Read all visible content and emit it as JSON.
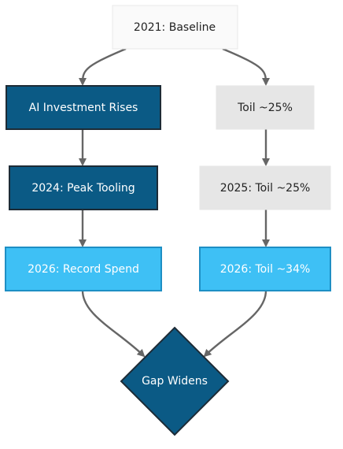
{
  "nodes": {
    "baseline": {
      "label": "2021: Baseline"
    },
    "ai_investment": {
      "label": "AI Investment Rises"
    },
    "peak_tooling": {
      "label": "2024: Peak Tooling"
    },
    "record_spend": {
      "label": "2026: Record Spend"
    },
    "toil_25": {
      "label": "Toil ~25%"
    },
    "toil_2025": {
      "label": "2025: Toil ~25%"
    },
    "toil_2026": {
      "label": "2026: Toil ~34%"
    },
    "gap": {
      "label": "Gap Widens"
    }
  },
  "colors": {
    "dark_blue": "#0b5a85",
    "bright_blue": "#3ec0f5",
    "light_gray": "#e6e6e6",
    "white_node": "#fafafa",
    "edge": "#666666",
    "node_text_light": "#ffffff",
    "node_text_dark": "#222222"
  }
}
